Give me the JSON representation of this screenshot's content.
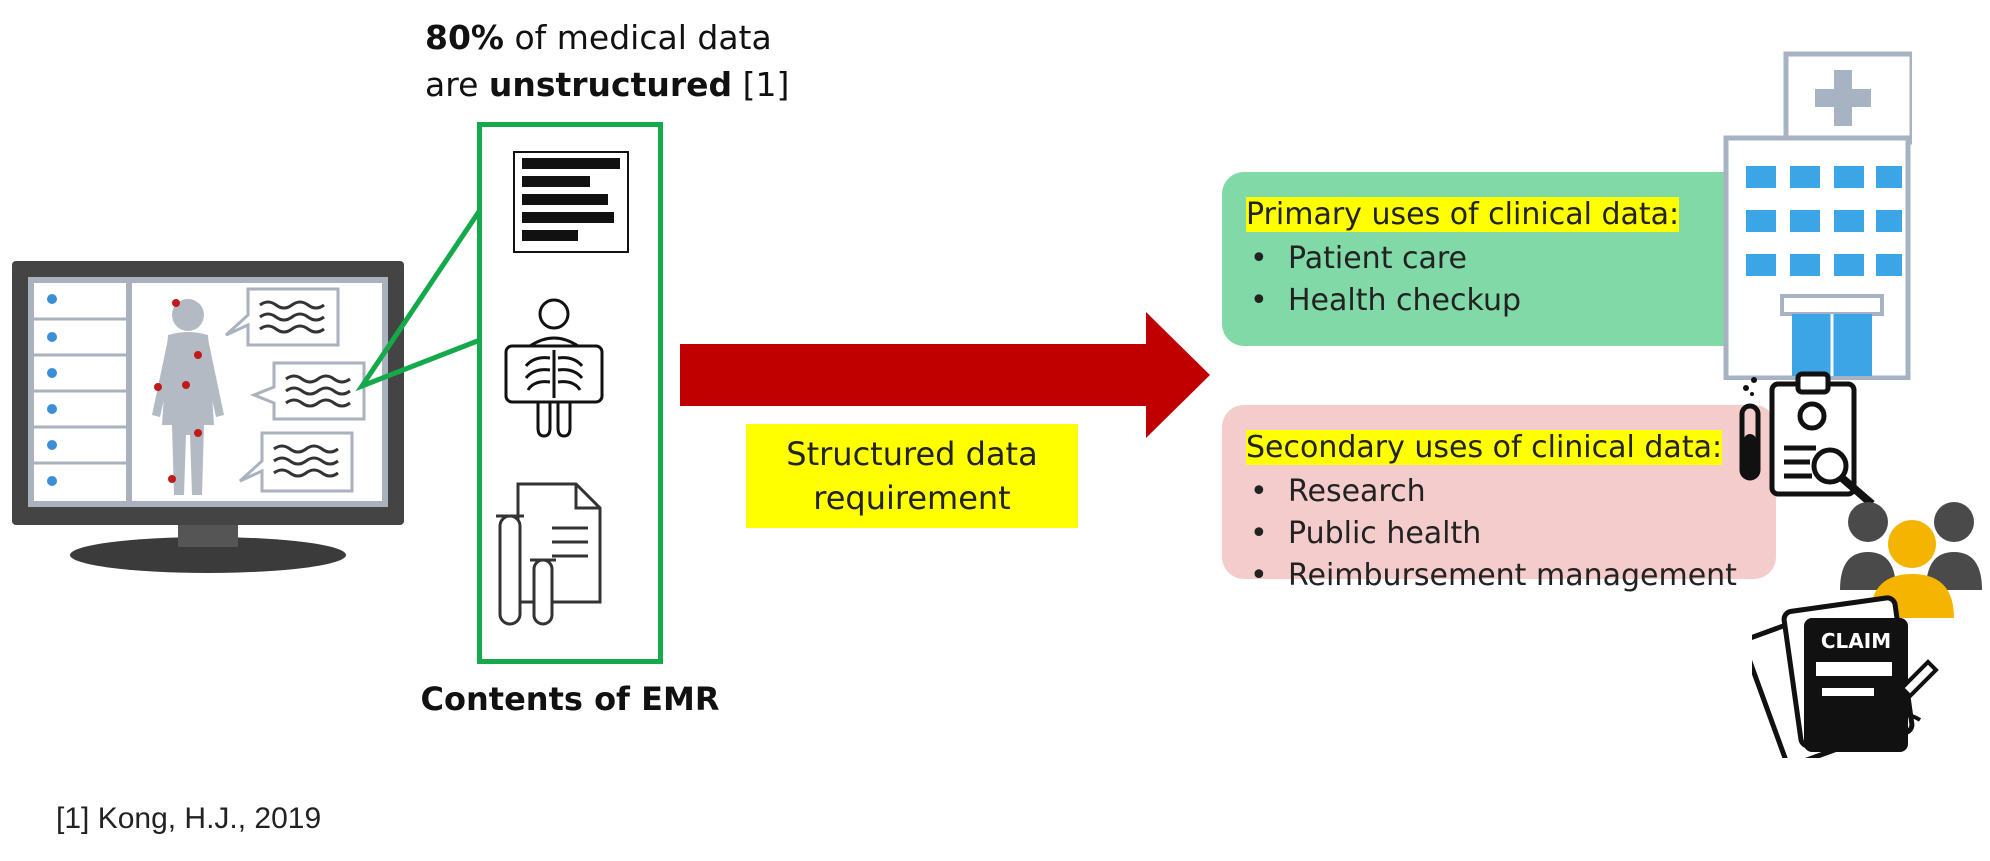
{
  "header": {
    "stat_value": "80%",
    "stat_text_1": " of medical data",
    "stat_text_2": "are ",
    "stat_bold": "unstructured",
    "stat_ref": " [1]"
  },
  "emr": {
    "caption": "Contents of EMR",
    "icons": [
      "text-document-icon",
      "chest-xray-icon",
      "lab-report-icon"
    ]
  },
  "requirement": {
    "line1": "Structured data",
    "line2": "requirement"
  },
  "primary": {
    "title": "Primary uses of clinical data:",
    "items": [
      "Patient care",
      "Health checkup"
    ]
  },
  "secondary": {
    "title": "Secondary uses of clinical data:",
    "items": [
      "Research",
      "Public health",
      "Reimbursement management"
    ]
  },
  "claim_label": "CLAIM",
  "citation": "[1] Kong, H.J., 2019",
  "colors": {
    "frame_green": "#14a94a",
    "arrow_red": "#c00000",
    "highlight_yellow": "#ffff00",
    "primary_green": "#80d9a6",
    "secondary_pink": "#f3cccb",
    "people_orange": "#f5b400"
  }
}
